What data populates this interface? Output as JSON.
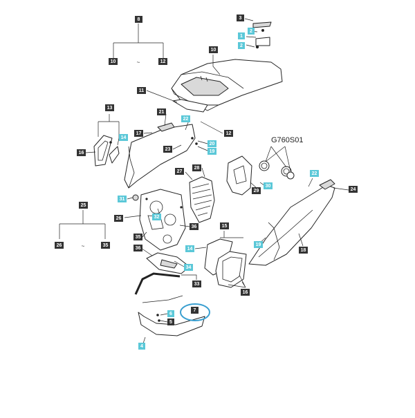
{
  "diagram": {
    "code": "G760S01",
    "highlight_color": "#5bc8d8",
    "circle_color": "#3a9fd0"
  },
  "labels": {
    "l1": "1",
    "l2a": "2",
    "l2b": "2",
    "l3": "3",
    "l4": "4",
    "l5": "5",
    "l6": "6",
    "l7": "7",
    "l8": "8",
    "l10a": "10",
    "l10b": "10",
    "l11": "11",
    "l12a": "12",
    "l12b": "12",
    "l13": "13",
    "l14a": "14",
    "l14b": "14",
    "l15": "15",
    "l16a": "16",
    "l16b": "16",
    "l17": "17",
    "l18": "18",
    "l19a": "19",
    "l19b": "19",
    "l20": "20",
    "l21": "21",
    "l22a": "22",
    "l22b": "22",
    "l23": "23",
    "l24": "24",
    "l25": "25",
    "l26a": "26",
    "l26b": "26",
    "l27": "27",
    "l28": "28",
    "l29": "29",
    "l30": "30",
    "l31": "31",
    "l32": "32",
    "l33": "33",
    "l34": "34",
    "l35a": "35",
    "l35b": "35",
    "l36a": "36",
    "l36b": "36"
  },
  "range_marks": {
    "r8": "~",
    "r25": "~"
  }
}
